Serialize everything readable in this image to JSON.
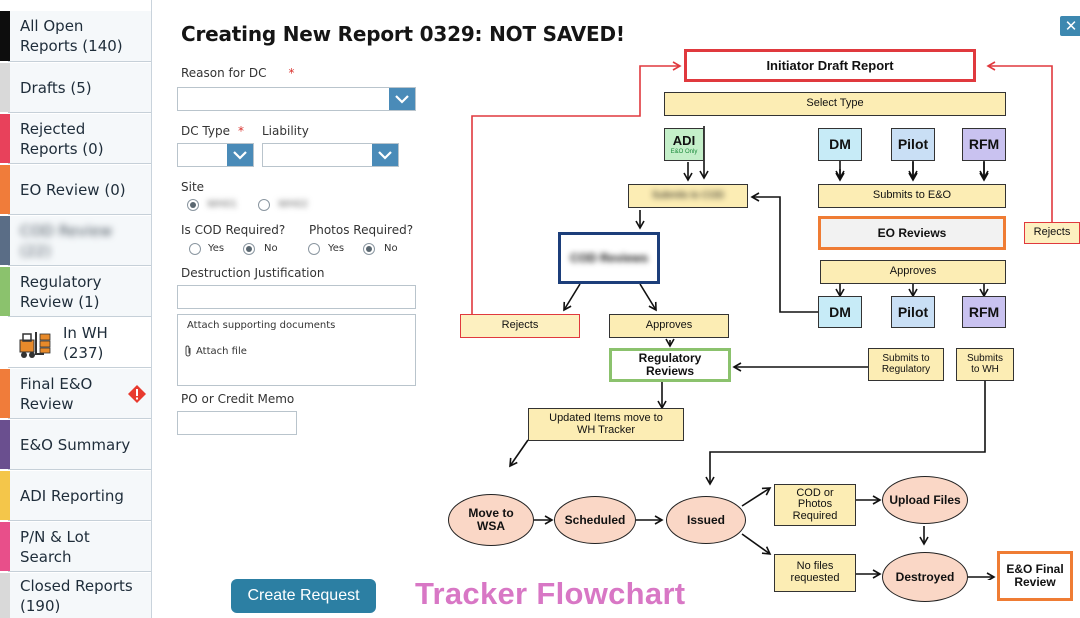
{
  "sidebar": {
    "items": [
      {
        "label": "All Open\nReports (140)",
        "bar": "#0d0d0d"
      },
      {
        "label": "Drafts (5)",
        "bar": "#d9d9d9"
      },
      {
        "label": "Rejected\nReports (0)",
        "bar": "#e8415b"
      },
      {
        "label": "EO Review (0)",
        "bar": "#f07c3a"
      },
      {
        "label": "COD Review (22)",
        "bar": "#5a6d86"
      },
      {
        "label": "Regulatory\nReview (1)",
        "bar": "#8bc26d"
      },
      {
        "label": "In WH\n(237)",
        "bar": "#ffffff"
      },
      {
        "label": "Final E&O\nReview",
        "bar": "#f07c3a"
      },
      {
        "label": "E&O Summary",
        "bar": "#6a4f8f"
      },
      {
        "label": "ADI Reporting",
        "bar": "#f4c64a"
      },
      {
        "label": "P/N & Lot\nSearch",
        "bar": "#e84f8a"
      },
      {
        "label": "Closed Reports\n(190)",
        "bar": "#d9d9d9"
      }
    ]
  },
  "form": {
    "title": "Creating New Report 0329: NOT SAVED!",
    "reason_label": "Reason for DC",
    "required_mark": "*",
    "dc_type_label": "DC Type",
    "liability_label": "Liability",
    "site_label": "Site",
    "site_options": [
      "WH01",
      "WH02"
    ],
    "cod_label": "Is COD Required?",
    "photos_label": "Photos Required?",
    "yes_label": "Yes",
    "no_label": "No",
    "destruction_label": "Destruction Justification",
    "attach_title": "Attach supporting documents",
    "attach_link": "Attach file",
    "po_label": "PO or Credit Memo",
    "create_button": "Create Request"
  },
  "tracker_title": "Tracker Flowchart",
  "close_label": "✕",
  "flowchart": {
    "initiator": "Initiator Draft Report",
    "select_type": "Select Type",
    "adi": "ADI",
    "adi_sub": "E&O Only",
    "dm": "DM",
    "pilot": "Pilot",
    "rfm": "RFM",
    "submits_cod": "Submits to COD",
    "submits_eo": "Submits to E&O",
    "cod_reviews": "COD Reviews",
    "eo_reviews": "EO Reviews",
    "rejects": "Rejects",
    "approves": "Approves",
    "submits_regulatory": "Submits to\nRegulatory",
    "submits_wh": "Submits\nto WH",
    "regulatory_reviews": "Regulatory\nReviews",
    "updated_items": "Updated Items move to\nWH Tracker",
    "move_to_wsa": "Move to\nWSA",
    "scheduled": "Scheduled",
    "issued": "Issued",
    "cod_photos_required": "COD or\nPhotos\nRequired",
    "no_files": "No files\nrequested",
    "upload_files": "Upload Files",
    "destroyed": "Destroyed",
    "final_review": "E&O Final\nReview"
  },
  "colors": {
    "primary": "#2c7fa3",
    "tracker_title": "#d877c5",
    "red_border": "#e0393e",
    "orange_border": "#ef7c34",
    "navy_border": "#1c3e7a",
    "green_border": "#8bc26d"
  }
}
